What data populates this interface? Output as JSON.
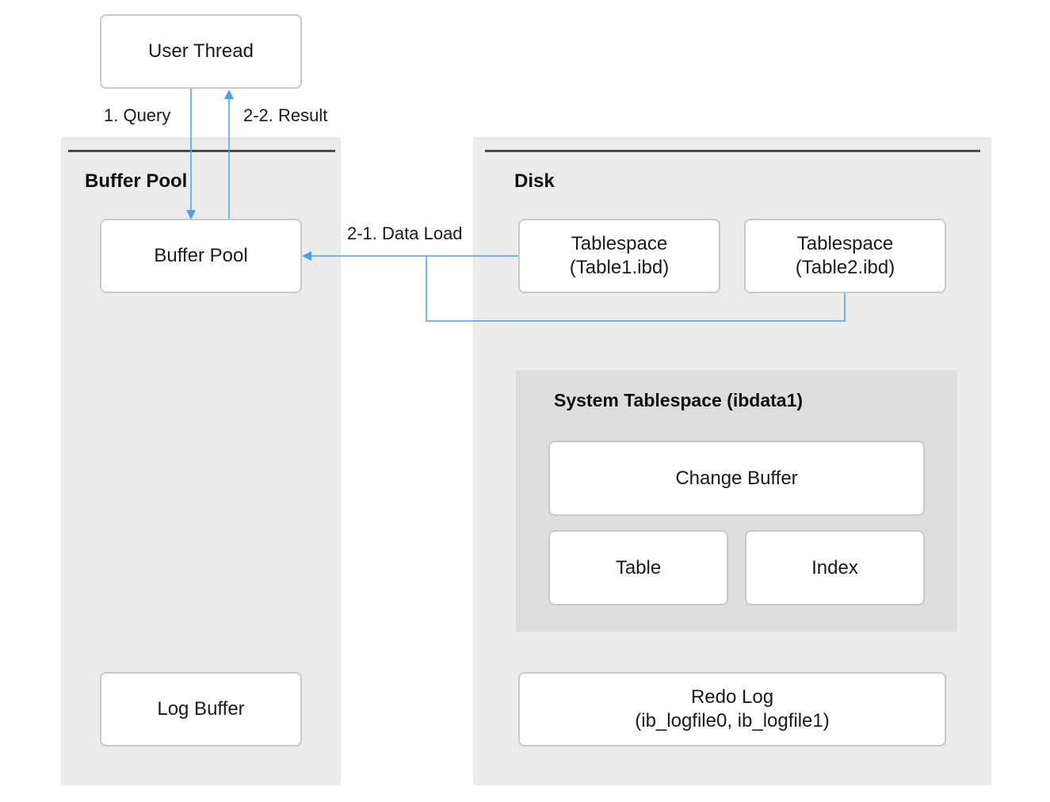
{
  "user_thread": {
    "label": "User Thread"
  },
  "flows": {
    "query_label": "1. Query",
    "result_label": "2-2. Result",
    "data_load_label": "2-1. Data Load"
  },
  "buffer_pool_panel": {
    "title": "Buffer Pool",
    "buffer_pool_box": "Buffer Pool",
    "log_buffer_box": "Log Buffer"
  },
  "disk_panel": {
    "title": "Disk",
    "tablespace1": {
      "line1": "Tablespace",
      "line2": "(Table1.ibd)"
    },
    "tablespace2": {
      "line1": "Tablespace",
      "line2": "(Table2.ibd)"
    },
    "system_tablespace": {
      "title": "System Tablespace (ibdata1)",
      "change_buffer": "Change Buffer",
      "table": "Table",
      "index": "Index"
    },
    "redo_log": {
      "line1": "Redo Log",
      "line2": "(ib_logfile0, ib_logfile1)"
    }
  },
  "colors": {
    "arrow": "#4a9ff5",
    "panel_bg": "#ebebeb",
    "system_panel_bg": "#dedede",
    "rule": "#4a4a4a",
    "box_border": "#c9c9c9"
  }
}
